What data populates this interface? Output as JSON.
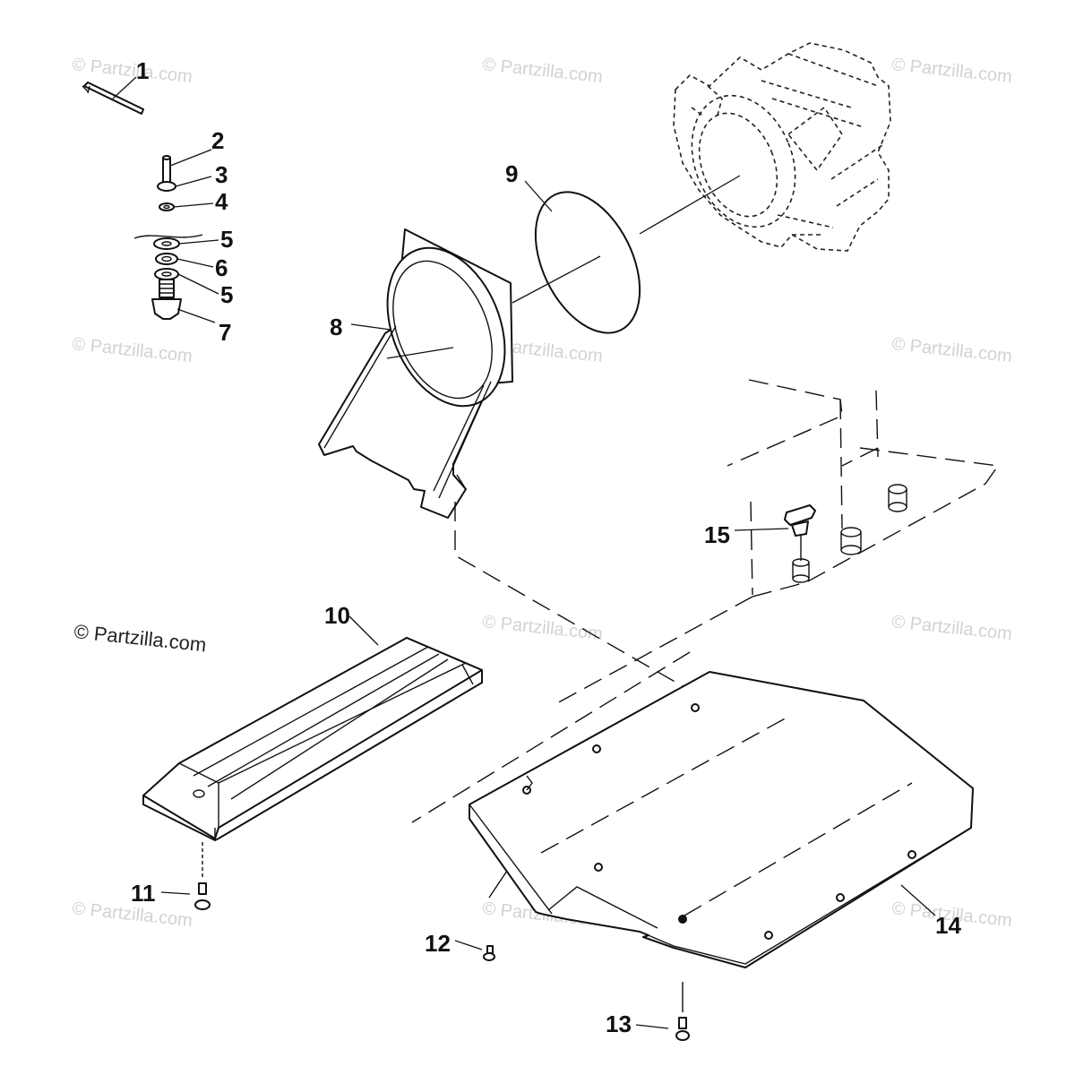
{
  "watermark": {
    "text": "© Partzilla.com"
  },
  "callouts": {
    "c1": "1",
    "c2": "2",
    "c3": "3",
    "c4": "4",
    "c5a": "5",
    "c6": "6",
    "c5b": "5",
    "c7": "7",
    "c8": "8",
    "c9": "9",
    "c10": "10",
    "c11": "11",
    "c12": "12",
    "c13": "13",
    "c14": "14",
    "c15": "15"
  }
}
